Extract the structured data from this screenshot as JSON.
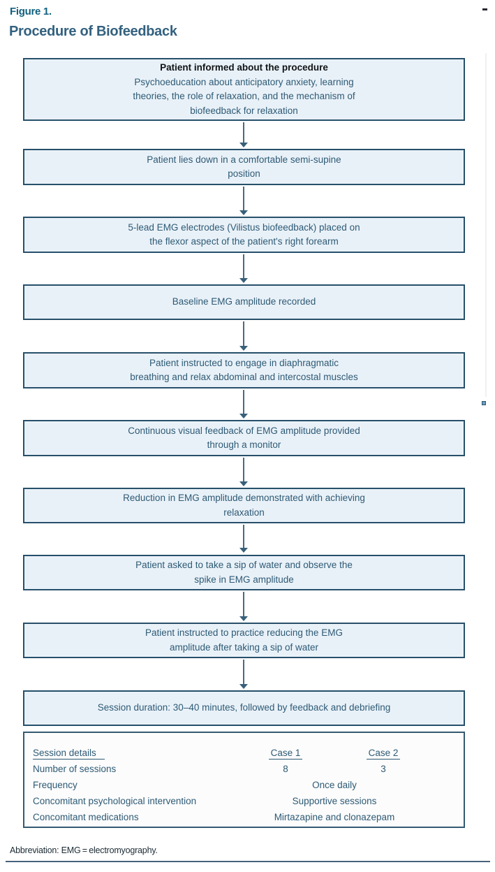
{
  "figure": {
    "label": "Figure 1.",
    "title": "Procedure of Biofeedback"
  },
  "flowchart": {
    "boxes": [
      {
        "header": "Patient informed about the procedure",
        "lines": [
          "Psychoeducation about anticipatory anxiety, learning",
          "theories, the role of relaxation, and the mechanism of",
          "biofeedback for relaxation"
        ]
      },
      {
        "lines": [
          "Patient lies down in a comfortable semi-supine",
          "position"
        ]
      },
      {
        "lines": [
          "5-lead EMG electrodes (Vilistus biofeedback) placed on",
          "the flexor aspect of the patient's right forearm"
        ]
      },
      {
        "lines": [
          "Baseline EMG amplitude recorded"
        ]
      },
      {
        "lines": [
          "Patient instructed to engage in diaphragmatic",
          "breathing and relax abdominal and intercostal muscles"
        ]
      },
      {
        "lines": [
          "Continuous visual feedback of EMG amplitude provided",
          "through a monitor"
        ]
      },
      {
        "lines": [
          "Reduction in EMG amplitude demonstrated with achieving",
          "relaxation"
        ]
      },
      {
        "lines": [
          "Patient asked to take a sip of water and observe the",
          "spike in EMG amplitude"
        ]
      },
      {
        "lines": [
          "Patient instructed to practice reducing the EMG",
          "amplitude after taking a sip of water"
        ]
      },
      {
        "lines": [
          "Session duration: 30–40 minutes, followed by feedback and debriefing"
        ]
      }
    ]
  },
  "details": {
    "header": {
      "label": "Session details",
      "case1": "Case 1",
      "case2": "Case 2"
    },
    "rows": [
      {
        "label": "Number of sessions",
        "case1": "8",
        "case2": "3"
      },
      {
        "label": "Frequency",
        "value": "Once daily"
      },
      {
        "label": "Concomitant psychological intervention",
        "value": "Supportive sessions"
      },
      {
        "label": "Concomitant medications",
        "value": "Mirtazapine and clonazepam"
      }
    ]
  },
  "footer": {
    "abbreviation": "Abbreviation: EMG = electromyography."
  },
  "colors": {
    "box_fill": "#e9f1f8",
    "box_border": "#27506b",
    "box_text": "#2d5a75",
    "figure_label": "#12617e",
    "figure_title": "#33617f",
    "arrow": "#4b6a7e",
    "rule": "#47637a"
  }
}
